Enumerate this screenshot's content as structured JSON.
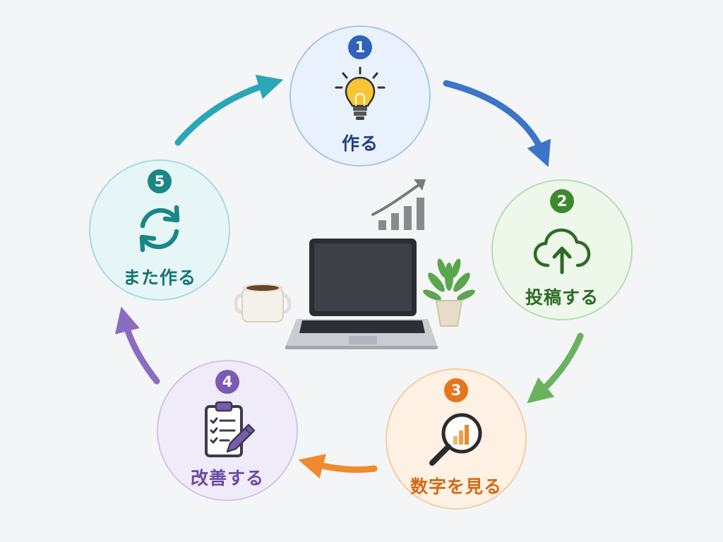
{
  "steps": [
    {
      "number": "1",
      "label": "作る",
      "icon": "lightbulb-icon",
      "color": "#2f62b9"
    },
    {
      "number": "2",
      "label": "投稿する",
      "icon": "cloud-upload-icon",
      "color": "#3c8a2f"
    },
    {
      "number": "3",
      "label": "数字を見る",
      "icon": "magnifier-chart-icon",
      "color": "#e3771e"
    },
    {
      "number": "4",
      "label": "改善する",
      "icon": "clipboard-pencil-icon",
      "color": "#7a5bb2"
    },
    {
      "number": "5",
      "label": "また作る",
      "icon": "refresh-icon",
      "color": "#1b8686"
    }
  ],
  "center": {
    "icons": [
      "growth-chart-icon",
      "coffee-mug-icon",
      "laptop-icon",
      "potted-plant-icon"
    ]
  }
}
